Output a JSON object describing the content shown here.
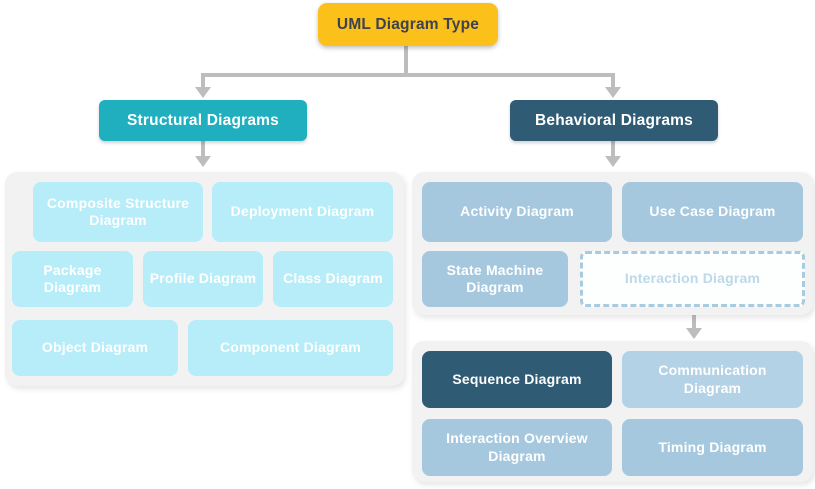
{
  "diagram_title": "UML Diagram Type",
  "root_node": {
    "label": "UML Diagram Type"
  },
  "structural": {
    "header": "Structural Diagrams",
    "items": [
      {
        "label": "Composite Structure Diagram"
      },
      {
        "label": "Deployment Diagram"
      },
      {
        "label": "Package Diagram"
      },
      {
        "label": "Profile Diagram"
      },
      {
        "label": "Class Diagram"
      },
      {
        "label": "Object Diagram"
      },
      {
        "label": "Component Diagram"
      }
    ]
  },
  "behavioral": {
    "header": "Behavioral Diagrams",
    "items": [
      {
        "label": "Activity Diagram"
      },
      {
        "label": "Use Case Diagram"
      },
      {
        "label": "State Machine Diagram"
      },
      {
        "label": "Interaction Diagram"
      }
    ],
    "interaction_children": [
      {
        "label": "Sequence Diagram"
      },
      {
        "label": "Communication Diagram"
      },
      {
        "label": "Interaction Overview Diagram"
      },
      {
        "label": "Timing Diagram"
      }
    ]
  },
  "colors": {
    "root_fill": "#FCC01A",
    "root_text": "#3C4250",
    "structural_header_fill": "#1FAFBF",
    "behavioral_header_fill": "#2F5B74",
    "structural_item_fill": "#B6EDF8",
    "behavioral_item_fill": "#A5C8DE",
    "communication_item_fill": "#B3D2E5",
    "sequence_item_fill": "#2F5B74",
    "dashed_border": "#A9CBDF",
    "dashed_text": "#BCD9E9",
    "group_fill": "#F2F2F3",
    "connector": "#BDBDBD",
    "white_text": "#FFFFFF"
  }
}
